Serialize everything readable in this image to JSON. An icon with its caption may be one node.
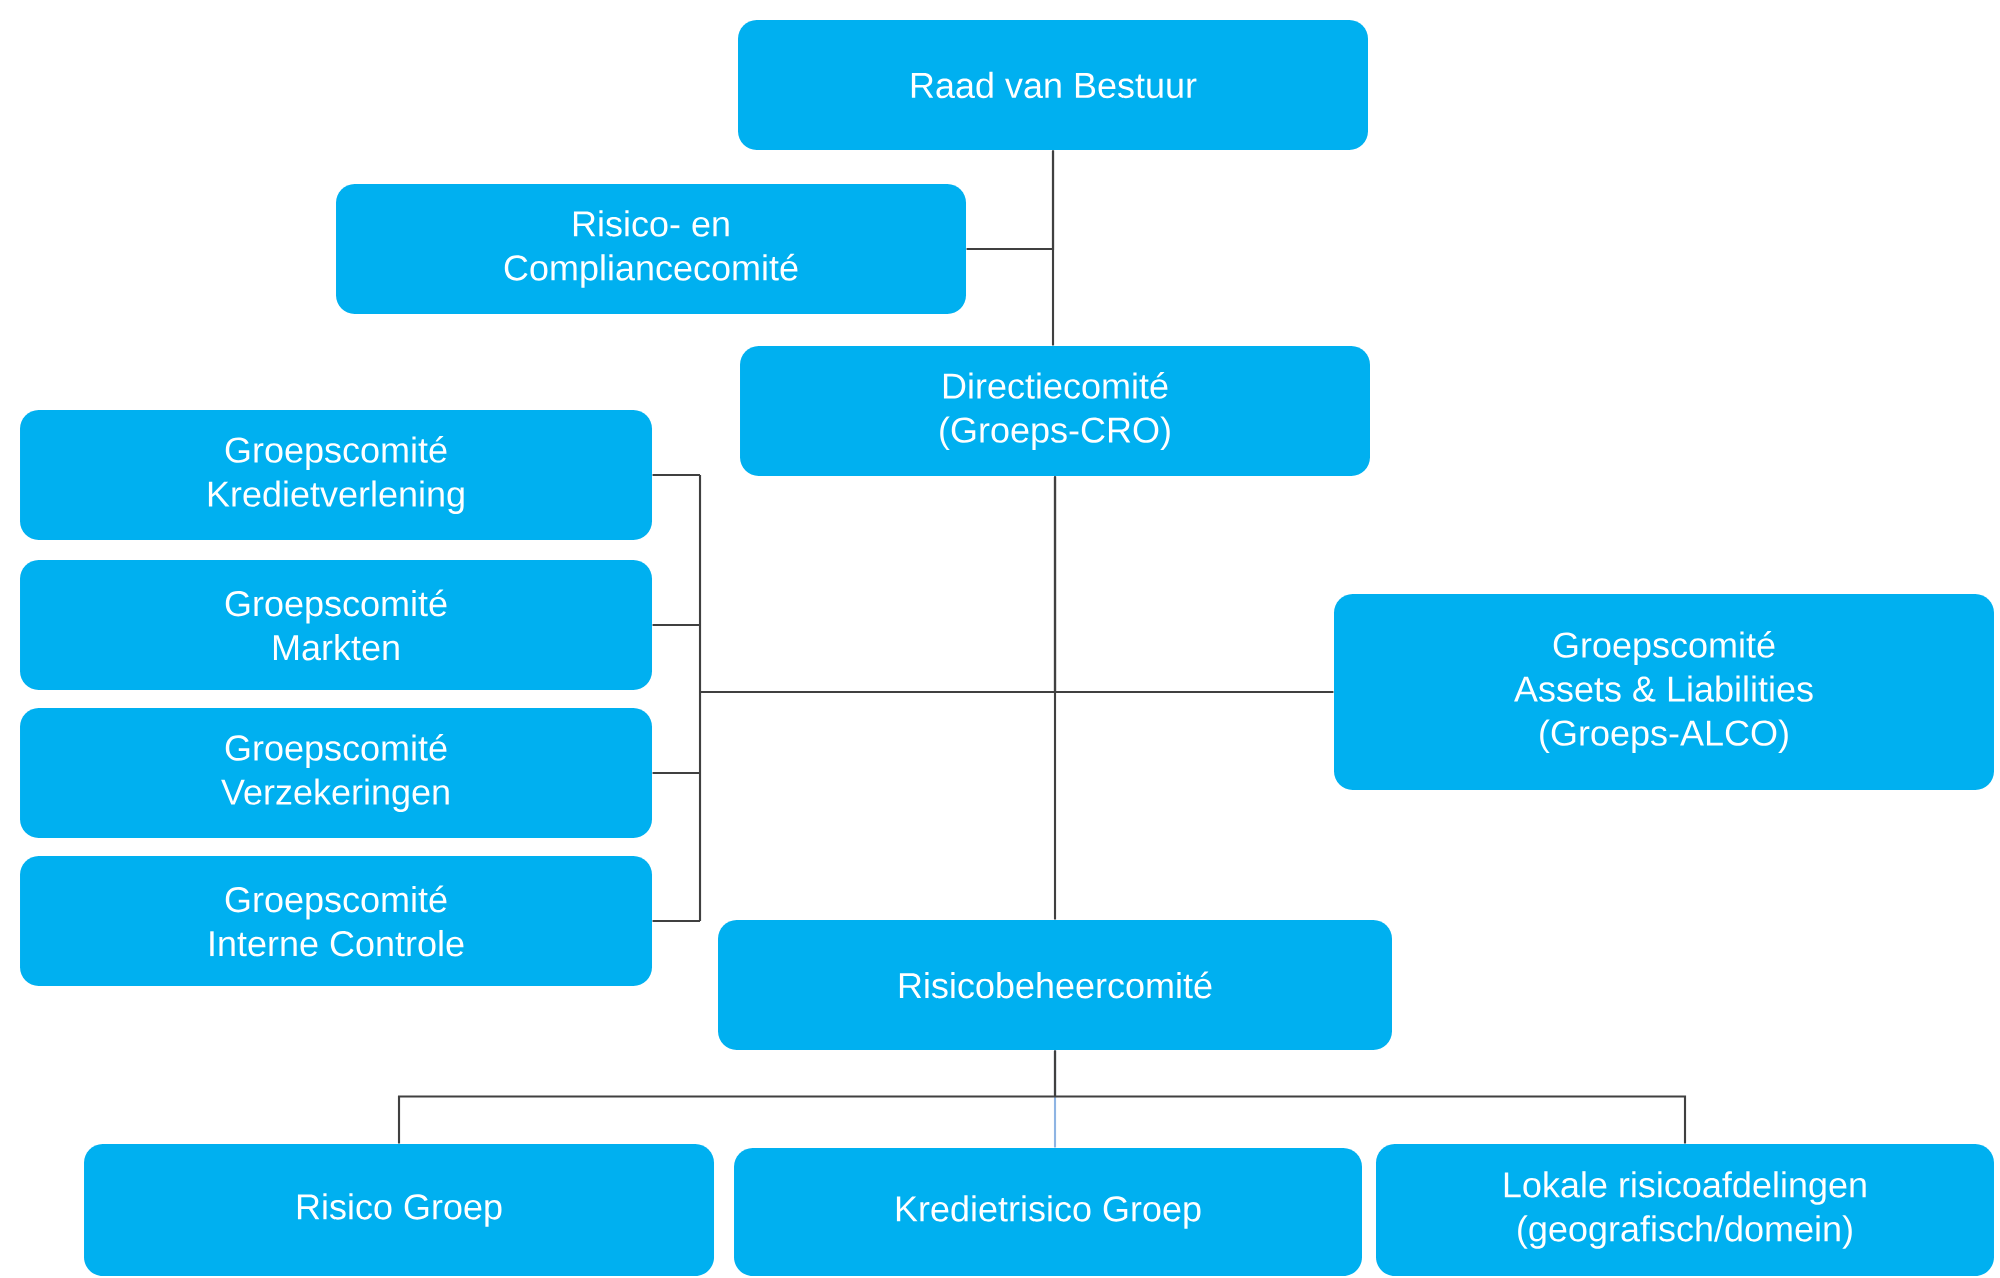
{
  "diagram": {
    "nodes": [
      {
        "text": [
          "Raad van Bestuur"
        ]
      },
      {
        "text": [
          "Risico- en Compliancecomité"
        ]
      },
      {
        "text": [
          "Directiecomité (Groeps-CRO)"
        ]
      },
      {
        "text": [
          "Groepscomité Kredietverlening"
        ]
      },
      {
        "text": [
          "Groepscomité Markten"
        ]
      },
      {
        "text": [
          "Groepscomité Verzekeringen"
        ]
      },
      {
        "text": [
          "Groepscomité Interne Controle"
        ]
      },
      {
        "text": [
          "Groepscomité Assets & Liabilities (Groeps-ALCO)"
        ]
      },
      {
        "text": [
          "Risicobeheercomité"
        ]
      },
      {
        "text": [
          "Risico Groep"
        ]
      },
      {
        "text": [
          "Kredietrisico Groep"
        ]
      },
      {
        "text": [
          "Lokale risicoafdelingen (geografisch/domein)"
        ]
      }
    ],
    "edges": [
      {
        "from": 0,
        "to": 1,
        "arrow": "none"
      },
      {
        "from": 0,
        "to": 2,
        "arrow": "none"
      },
      {
        "from": 2,
        "to": 3,
        "arrow": "none"
      },
      {
        "from": 2,
        "to": 4,
        "arrow": "none"
      },
      {
        "from": 2,
        "to": 5,
        "arrow": "none"
      },
      {
        "from": 2,
        "to": 6,
        "arrow": "none"
      },
      {
        "from": 2,
        "to": 7,
        "arrow": "none"
      },
      {
        "from": 2,
        "to": 8,
        "arrow": "none"
      },
      {
        "from": 8,
        "to": 9,
        "arrow": "none"
      },
      {
        "from": 8,
        "to": 10,
        "arrow": "none",
        "color": "#8eb4e3"
      },
      {
        "from": 8,
        "to": 11,
        "arrow": "none"
      }
    ]
  }
}
